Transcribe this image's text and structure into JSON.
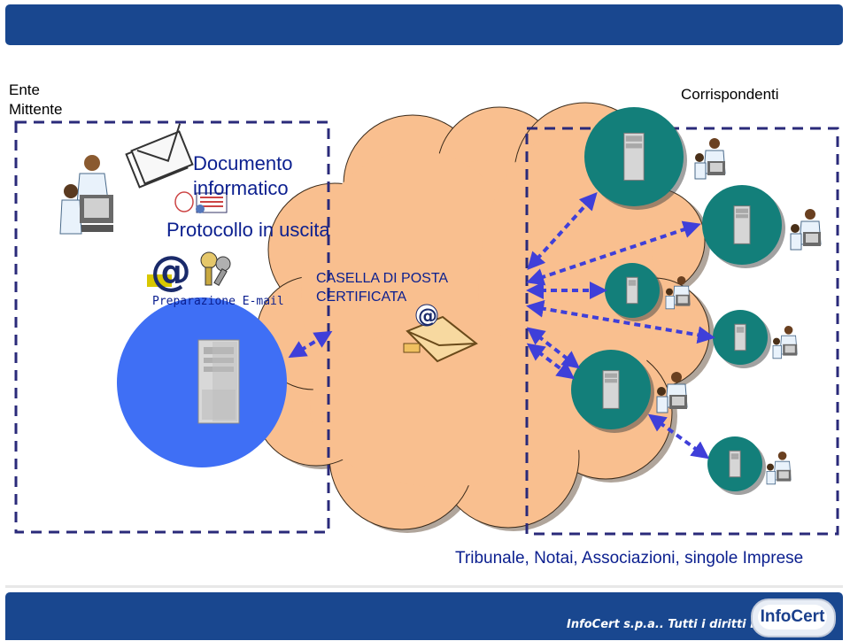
{
  "header": {
    "band_color": "#19478f"
  },
  "labels": {
    "sender_line1": "Ente",
    "sender_line2": "Mittente",
    "recipients": "Corrispondenti",
    "document_line1": "Documento",
    "document_line2": "informatico",
    "protocol": "Protocollo in uscita",
    "email_prep": "Preparazione E-mail",
    "pec_line1": "CASELLA DI POSTA",
    "pec_line2": "CERTIFICATA",
    "recipients_list": "Tribunale, Notai, Associazioni, singole Imprese"
  },
  "footer": {
    "copyright": "InfoCert s.p.a.. Tutti i diritti riservati",
    "logo_text": "InfoCert"
  },
  "colors": {
    "cloud": "#f9bf8f",
    "cloud_outline": "#3a2a1a",
    "sender_server": "#3f6ff5",
    "recipient_server": "#137f7a",
    "arrow": "#3f3fd9",
    "dashed_box": "#2a2a7a",
    "text": "#0b1f8f"
  }
}
